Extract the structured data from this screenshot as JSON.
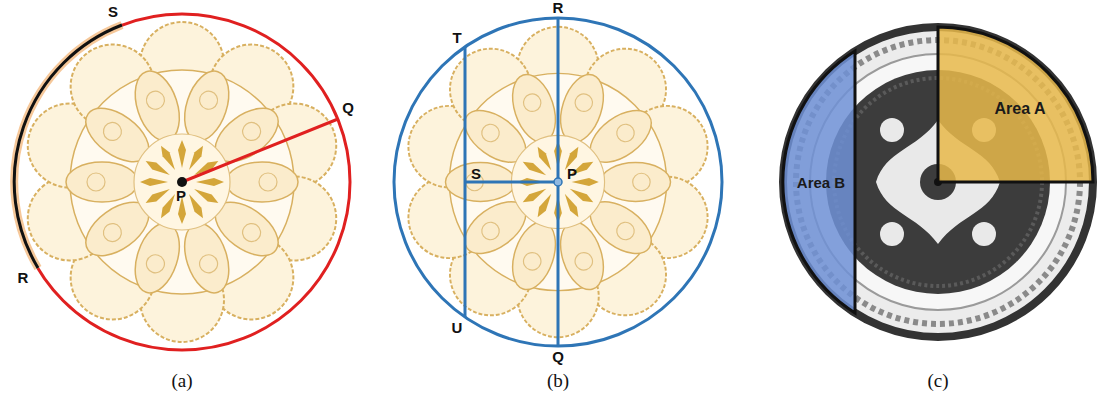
{
  "diagram": {
    "nodes": [
      {
        "text": [
          "Area A"
        ]
      },
      {
        "text": [
          "Area B"
        ]
      }
    ],
    "labels": [
      "S",
      "Q",
      "R",
      "P",
      "(a)",
      "T",
      "R",
      "S",
      "P",
      "U",
      "Q",
      "(b)",
      "(c)"
    ]
  }
}
